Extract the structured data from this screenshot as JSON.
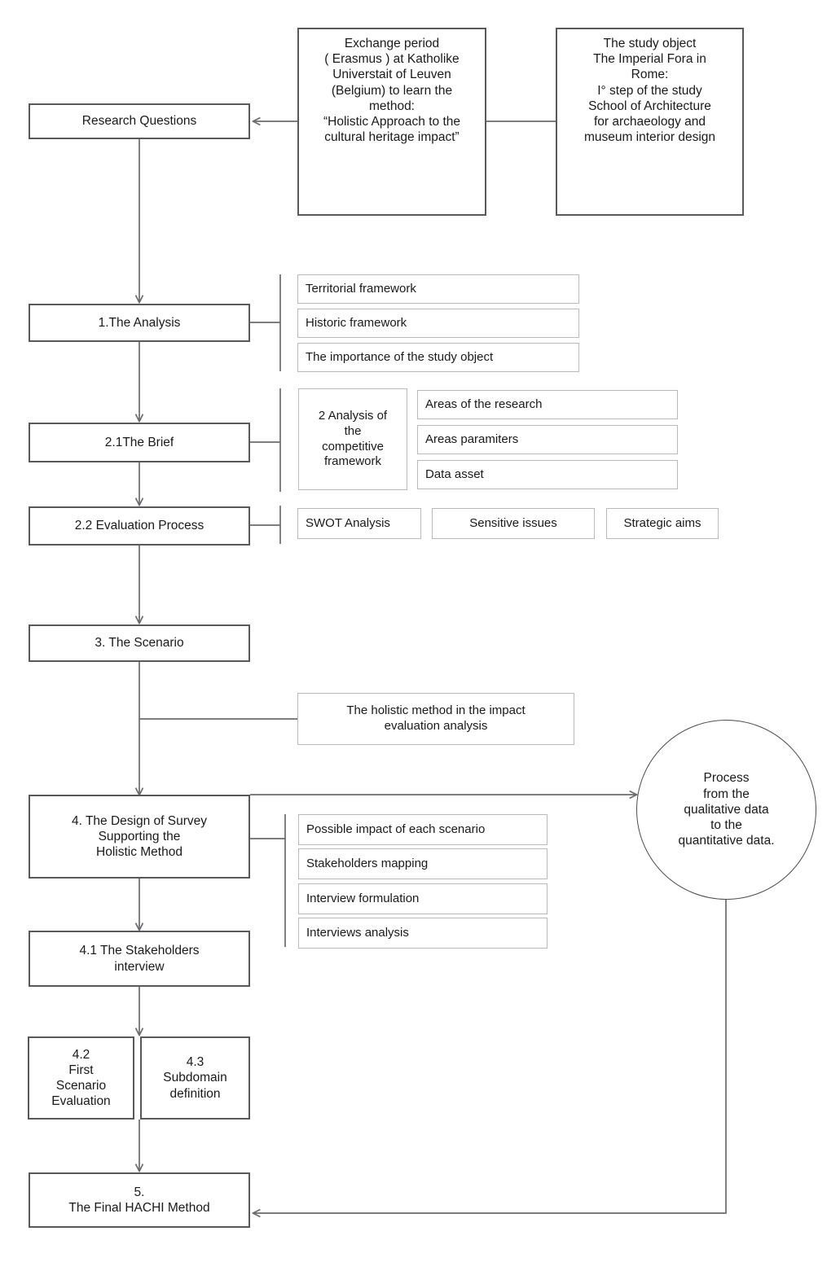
{
  "diagram": {
    "title": "Research methodology flowchart — HACHI Method",
    "colors": {
      "background": "#ffffff",
      "main_border": "#59595b",
      "sub_border": "#b9b9bb",
      "connector": "#6b6b6d",
      "text": "#1a1a1a"
    },
    "top_inputs": [
      {
        "id": "exchange-period",
        "text": "Exchange period\n( Erasmus )  at Katholike\nUniverstait of Leuven\n(Belgium) to learn the\nmethod:\n“Holistic Approach to the\ncultural heritage impact”"
      },
      {
        "id": "study-object",
        "text": "The study object\nThe Imperial Fora in\nRome:\nI° step of the study\nSchool of Architecture\nfor archaeology and\nmuseum interior design"
      }
    ],
    "spine": [
      {
        "id": "research-questions",
        "text": "Research Questions"
      },
      {
        "id": "the-analysis",
        "text": "1.The Analysis"
      },
      {
        "id": "the-brief",
        "text": "2.1The Brief"
      },
      {
        "id": "evaluation-process",
        "text": "2.2 Evaluation Process"
      },
      {
        "id": "the-scenario",
        "text": "3. The Scenario"
      },
      {
        "id": "design-of-survey",
        "text": "4. The Design of Survey\nSupporting  the\nHolistic Method"
      },
      {
        "id": "stakeholders-interview",
        "text": "4.1 The Stakeholders\ninterview"
      },
      {
        "id": "first-scenario-evaluation",
        "text": "4.2\nFirst\nScenario\nEvaluation"
      },
      {
        "id": "subdomain-definition",
        "text": "4.3\nSubdomain\ndefinition"
      },
      {
        "id": "final-hachi-method",
        "text": "5.\nThe Final HACHI Method"
      }
    ],
    "analysis_items": [
      "Territorial framework",
      "Historic framework",
      "The importance of the study object"
    ],
    "brief_group": {
      "header": "2 Analysis of\nthe\ncompetitive\nframework",
      "items": [
        "Areas of the research",
        "Areas paramiters",
        "Data asset"
      ]
    },
    "evaluation_items": [
      "SWOT Analysis",
      "Sensitive issues",
      "Strategic aims"
    ],
    "scenario_item": "The holistic method in the impact\nevaluation analysis",
    "survey_items": [
      "Possible impact of each scenario",
      "Stakeholders mapping",
      "Interview formulation",
      "Interviews analysis"
    ],
    "process_circle": "Process\nfrom the\nqualitative data\nto the\nquantitative data."
  }
}
